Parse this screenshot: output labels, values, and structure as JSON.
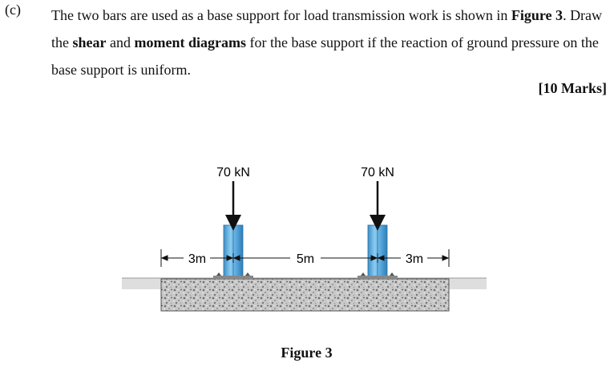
{
  "question": {
    "label": "(c)",
    "text_1": "The two bars are used as a base support for load transmission work is shown in ",
    "bold_figure": "Figure 3",
    "text_2": ". Draw the ",
    "bold_shear": "shear",
    "text_3": " and ",
    "bold_moment": "moment diagrams",
    "text_4": " for the base support if the reaction of ground pressure on the base support is uniform.",
    "marks": "[10 Marks]"
  },
  "figure": {
    "load_left": "70 kN",
    "load_right": "70 kN",
    "dim_left": "3m",
    "dim_middle": "5m",
    "dim_right": "3m",
    "caption": "Figure 3",
    "colors": {
      "column": "#5aa9de",
      "column_dark": "#2d7fb8",
      "ground": "#e0e0e0",
      "footing": "#bdbdbd"
    }
  }
}
